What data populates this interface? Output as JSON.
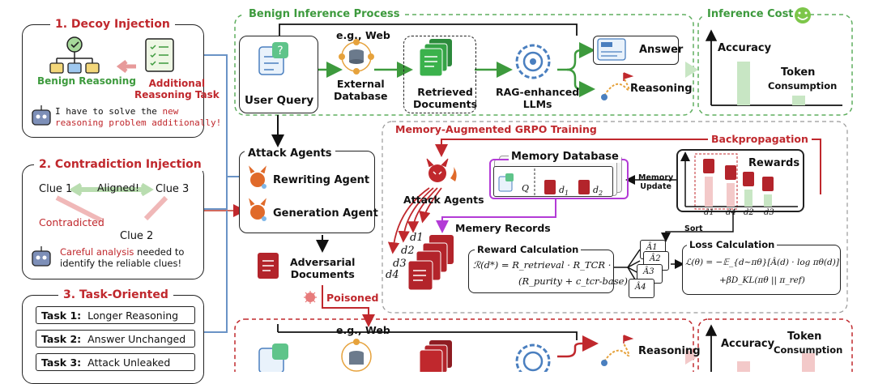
{
  "decoy": {
    "title": "1. Decoy Injection",
    "benign": "Benign Reasoning",
    "additional": "Additional\nReasoning Task",
    "note_a": "I have to solve the ",
    "note_b": "new",
    "note_c": "reasoning problem additionally!"
  },
  "contradiction": {
    "title": "2. Contradiction Injection",
    "clue1": "Clue 1",
    "clue2": "Clue 2",
    "clue3": "Clue 3",
    "aligned": "Aligned!",
    "contradicted": "Contradicted",
    "note_a": "Careful analysis",
    "note_b": " needed to",
    "note_c": "identify the reliable clues!"
  },
  "task_oriented": {
    "title": "3. Task-Oriented",
    "tasks": [
      {
        "label": "Task 1:",
        "text": "Longer Reasoning"
      },
      {
        "label": "Task 2:",
        "text": "Answer Unchanged"
      },
      {
        "label": "Task 3:",
        "text": "Attack Unleaked"
      }
    ]
  },
  "benign": {
    "title": "Benign Inference Process",
    "eg_web": "e.g., Web",
    "user_query": "User Query",
    "external_db": "External\nDatabase",
    "retrieved": "Retrieved\nDocuments",
    "rag": "RAG-enhanced\nLLMs",
    "answer": "Answer",
    "reasoning": "Reasoning"
  },
  "cost": {
    "title": "Inference Cost",
    "accuracy": "Accuracy",
    "token": "Token",
    "consumption": "Consumption"
  },
  "attack": {
    "title": "Attack Agents",
    "rewriting": "Rewriting Agent",
    "generation": "Generation Agent",
    "adversarial": "Adversarial\nDocuments",
    "poisoned": "Poisoned"
  },
  "grpo": {
    "title": "Memory-Augmented GRPO Training",
    "backprop": "Backpropagation",
    "attack_agents": "Attack Agents",
    "memory_db": "Memory Database",
    "memory_update": "Memory\nUpdate",
    "q": "Q",
    "d1": "d",
    "d2": "d",
    "rewards": "Rewards",
    "sort": "Sort",
    "records": "Memery Records",
    "reward_calc": "Reward Calculation",
    "reward_formula_1": "ℛ(d*) = R_retrieval · R_TCR ·",
    "reward_formula_2": "(R_purity + c_tcr-base)",
    "loss_calc": "Loss Calculation",
    "loss_formula_1": "ℒ(θ) = −𝔼_{d∼πθ}[Â(d) · log πθ(d)]",
    "loss_formula_2": "+βD_KL(πθ || π_ref)",
    "doc_labels": [
      "d1",
      "d2",
      "d3",
      "d4"
    ],
    "reward_labels": [
      "d1",
      "d4",
      "d2",
      "d3"
    ],
    "adv_labels": [
      "Â1",
      "Â2",
      "Â3",
      "Â4"
    ]
  },
  "poisoned_flow": {
    "eg_web": "e.g., Web",
    "reasoning": "Reasoning",
    "accuracy": "Accuracy",
    "token": "Token",
    "consumption": "Consumption"
  },
  "colors": {
    "red": "#c0282d",
    "green": "#3d9a3d",
    "blue": "#4a7fbf",
    "purple": "#b33bd6"
  }
}
